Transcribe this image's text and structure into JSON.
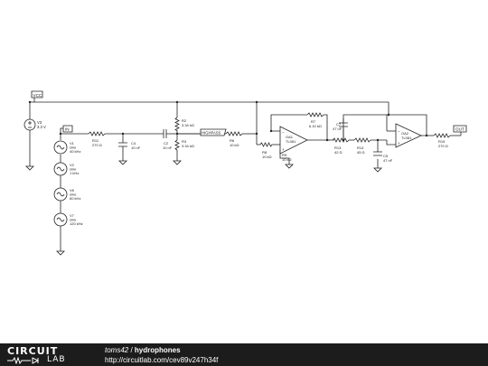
{
  "schematic": {
    "nets": {
      "vcc": "VCC",
      "in": "IN",
      "highpass": "HIGHPASS",
      "out": "OUT"
    },
    "components": {
      "v3": {
        "name": "V3",
        "value": "3.3 V"
      },
      "v1": {
        "name": "V1",
        "type": "sine",
        "value": "40 kHz"
      },
      "v2": {
        "name": "V2",
        "type": "sine",
        "value": "1 kHz"
      },
      "v6": {
        "name": "V6",
        "type": "sine",
        "value": "60 kHz"
      },
      "v7": {
        "name": "V7",
        "type": "sine",
        "value": "120 kHz"
      },
      "r11": {
        "name": "R11",
        "value": "270 Ω"
      },
      "c4": {
        "name": "C4",
        "value": "10 nF"
      },
      "c2": {
        "name": "C2",
        "value": "10 nF"
      },
      "r2": {
        "name": "R2",
        "value": "3.34 kΩ"
      },
      "r3": {
        "name": "R3",
        "value": "3.34 kΩ"
      },
      "r6": {
        "name": "R6",
        "value": "10 kΩ"
      },
      "r8": {
        "name": "R8",
        "value": "10 kΩ"
      },
      "r9": {
        "name": "R9",
        "value": "10 kΩ"
      },
      "r7": {
        "name": "R7",
        "value": "6.10 kΩ"
      },
      "oa1": {
        "name": "OA1",
        "part": "TL081"
      },
      "c7": {
        "name": "C7",
        "value": "47 nF"
      },
      "r13": {
        "name": "R13",
        "value": "42 Ω"
      },
      "r14": {
        "name": "R14",
        "value": "45 Ω"
      },
      "c5": {
        "name": "C5",
        "value": "47 nF"
      },
      "oa2": {
        "name": "OA2",
        "part": "TL081"
      },
      "r15": {
        "name": "R15",
        "value": "270 Ω"
      }
    }
  },
  "footer": {
    "logo_top": "CIRCUIT",
    "logo_bottom": "LAB",
    "user": "toms42",
    "separator": " / ",
    "title": "hydrophones",
    "url": "http://circuitlab.com/cev89v247h34f"
  }
}
